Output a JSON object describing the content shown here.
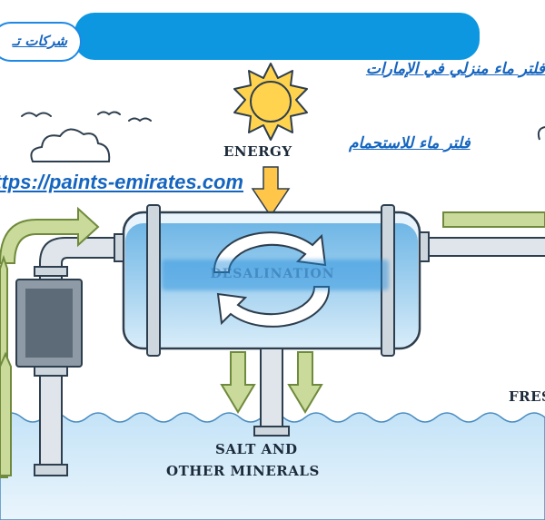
{
  "header": {
    "badge_text": "شركات تـ",
    "title_right": "فلتر ماء منزلي في الإمارات",
    "title_mid": "فلتر ماء للاستحمام",
    "url": "https://paints-emirates.com/"
  },
  "diagram": {
    "energy_label": "ENERGY",
    "process_label": "DESALINATION",
    "salt_label_line1": "SALT AND",
    "salt_label_line2": "OTHER MINERALS",
    "fresh_label": "FRESH"
  },
  "colors": {
    "banner": "#0d97e0",
    "link_text": "#1565c0",
    "water_light": "#cfe8f7",
    "water_dark": "#4b9fd8",
    "arrow_fill": "#c9da9b",
    "arrow_stroke": "#6f8a3c",
    "sun_fill": "#ffd34e",
    "pipe": "#dfe5ea"
  }
}
